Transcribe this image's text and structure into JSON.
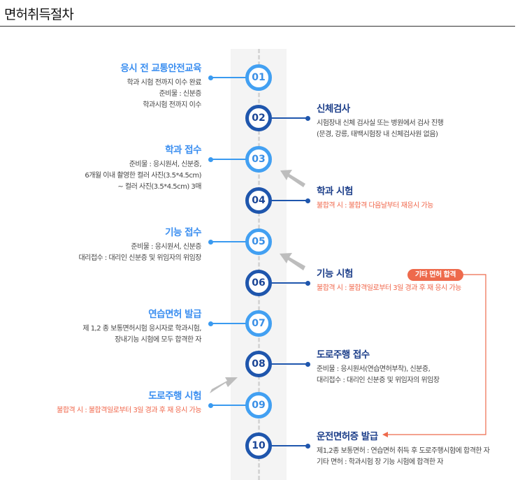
{
  "header": {
    "title": "면허취득절차"
  },
  "steps": [
    {
      "num": "01",
      "title": "응시 전 교통안전교육",
      "lines": [
        "학과 시험 전까지 이수 완료",
        "준비물 : 신분증",
        "학과시험 전까지 이수"
      ],
      "warn": false
    },
    {
      "num": "02",
      "title": "신체검사",
      "lines": [
        "시험장내 신체 검사실 또는 병원에서 검사 진행",
        "(문경, 강릉, 태백시험장 내 신체검사원 없음)"
      ],
      "warn": false
    },
    {
      "num": "03",
      "title": "학과 접수",
      "lines": [
        "준비물 : 응시원서, 신분증,",
        "6개월 이내 촬영한 컬러 사진(3.5*4.5cm)",
        "~ 컬러 사진(3.5*4.5cm) 3매"
      ],
      "warn": false
    },
    {
      "num": "04",
      "title": "학과 시험",
      "lines": [
        "불합격 시 : 불합격 다음날부터 재응시 가능"
      ],
      "warn": true
    },
    {
      "num": "05",
      "title": "기능 접수",
      "lines": [
        "준비물 : 응시원서, 신분증",
        "대리접수 : 대리인 신분증 및 위임자의 위임장"
      ],
      "warn": false
    },
    {
      "num": "06",
      "title": "기능 시험",
      "lines": [
        "불합격 시 : 불합격일로부터 3일 경과 후 재 응시 가능"
      ],
      "warn": true
    },
    {
      "num": "07",
      "title": "연습면허 발급",
      "lines": [
        "제 1,2 종 보통면허시험 응시자로 학과시험,",
        "장내기능 시험에 모두 합격한 자"
      ],
      "warn": false
    },
    {
      "num": "08",
      "title": "도로주행 접수",
      "lines": [
        "준비물 : 응시원서(연습면허부착), 신분증,",
        "대리접수 : 대리인 신분증 및 위임자의 위임장"
      ],
      "warn": false
    },
    {
      "num": "09",
      "title": "도로주행 시험",
      "lines": [
        "불합격 시 : 불합격일로부터 3일 경과 후 재 응시 가능"
      ],
      "warn": true
    },
    {
      "num": "10",
      "title": "운전면허증 발급",
      "lines": [
        "제1,2종 보통면허 : 연습면허 취득 후 도로주행시험에 합격한 자",
        "기타 면허 : 학과시험 장 기능 시험에 합격한 자"
      ],
      "warn": false
    }
  ],
  "badge": {
    "label": "기타 면허 합격"
  },
  "colors": {
    "light": "#3a9af0",
    "dark": "#1f56ad",
    "warn": "#f0664a",
    "arrow": "#bdbdbd"
  }
}
